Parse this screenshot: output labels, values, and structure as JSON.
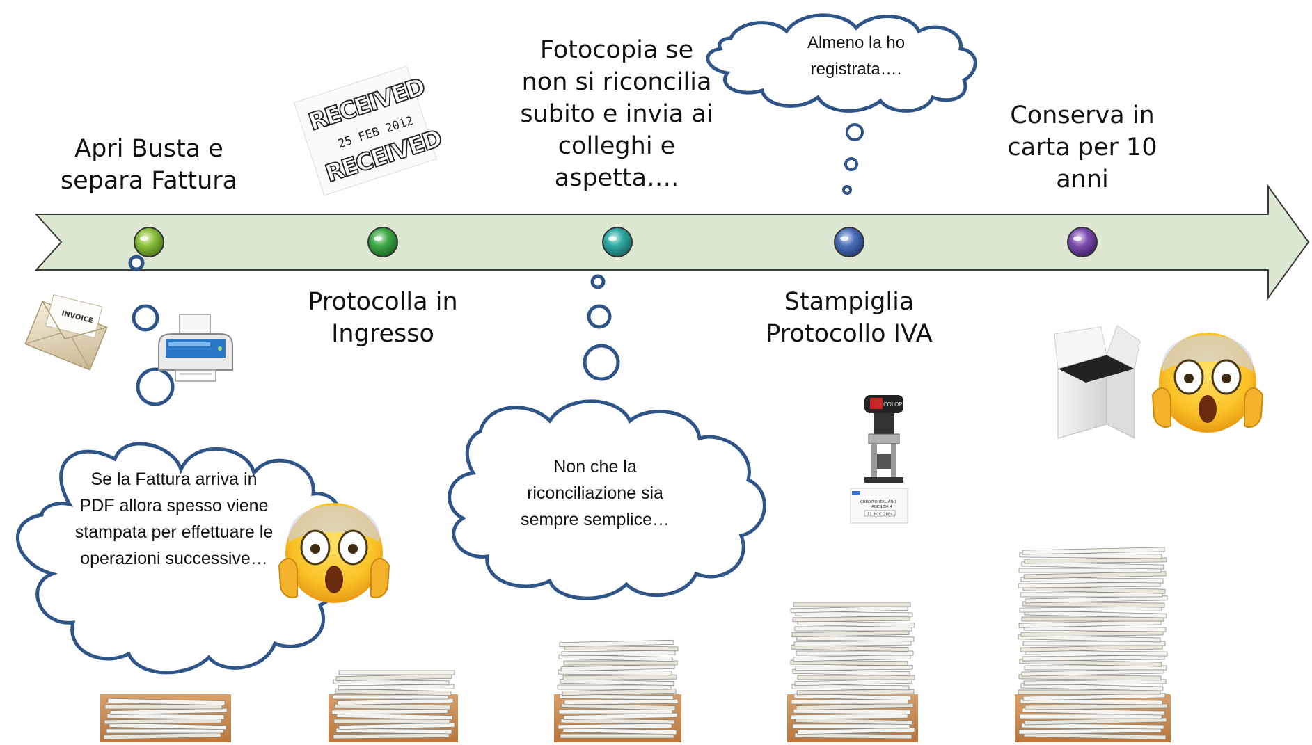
{
  "steps": [
    {
      "label": "Apri Busta e separa Fattura",
      "dot_color": "#8cbf3f"
    },
    {
      "label": "Protocolla in Ingresso",
      "dot_color": "#3fa84a"
    },
    {
      "label": "Fotocopia se non si riconcilia subito e invia ai colleghi e aspetta….",
      "dot_color": "#2fa9a2"
    },
    {
      "label": "Stampiglia Protocollo IVA",
      "dot_color": "#4d6fb8"
    },
    {
      "label": "Conserva in carta per 10 anni",
      "dot_color": "#7d4fb0"
    }
  ],
  "thoughts": {
    "pdf_printing": "Se la Fattura arriva in PDF allora spesso viene stampata per effettuare le operazioni successive…",
    "reconciliation": "Non che la riconciliazione sia sempre semplice…",
    "registered": "Almeno la ho registrata…."
  },
  "images": {
    "received_stamp": {
      "word": "RECEIVED",
      "date": "25 FEB 2012"
    },
    "envelope": {
      "word": "INVOICE"
    },
    "date_stamp": {
      "brand": "COLOP",
      "bank": "CREDITO ITALIANO",
      "branch": "AGENZIA 4",
      "date": "11 NOV 2004"
    }
  },
  "colors": {
    "arrow_fill": "#dde8d2",
    "arrow_stroke": "#3a3a3a",
    "cloud_stroke": "#2f5488",
    "emoji_yellow": "#f9c226",
    "paper": "#f3f1ea",
    "desk": "#c98a52"
  }
}
